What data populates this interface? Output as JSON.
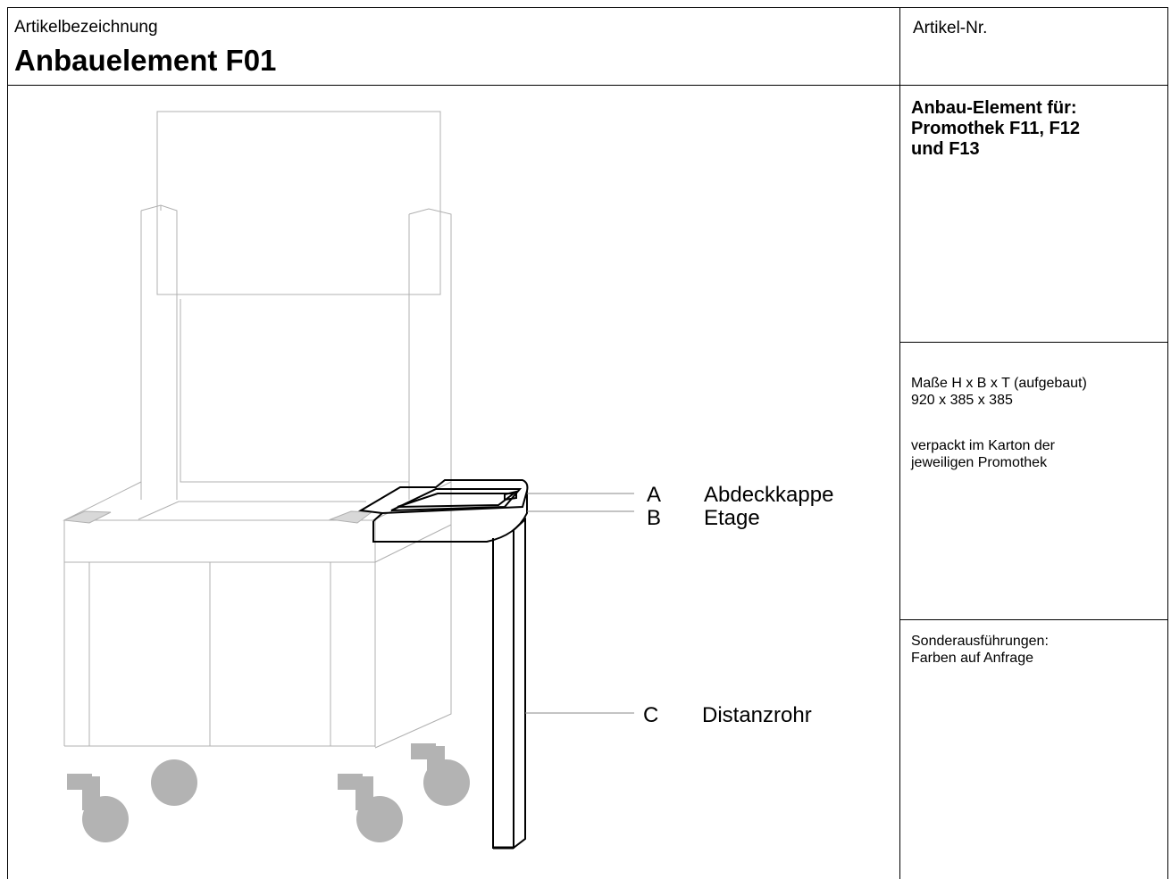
{
  "header": {
    "designation_label": "Artikelbezeichnung",
    "title": "Anbauelement F01",
    "article_no_label": "Artikel-Nr."
  },
  "info_panel": {
    "addon_for": [
      "Anbau-Element für:",
      "Promothek F11, F12",
      "und F13"
    ],
    "dimensions_label": "Maße H x B x T (aufgebaut)",
    "dimensions_value": "920 x 385 x 385",
    "packaging": [
      "verpackt im Karton der",
      "jeweiligen Promothek"
    ],
    "special_label": "Sonderausführungen:",
    "special_value": "Farben auf Anfrage"
  },
  "parts": [
    {
      "letter": "A",
      "name": "Abdeckkappe"
    },
    {
      "letter": "B",
      "name": "Etage"
    },
    {
      "letter": "C",
      "name": "Distanzrohr"
    }
  ],
  "colors": {
    "line": "#000000",
    "ghost_line": "#b0b0b0",
    "wheel": "#b3b3b3"
  }
}
